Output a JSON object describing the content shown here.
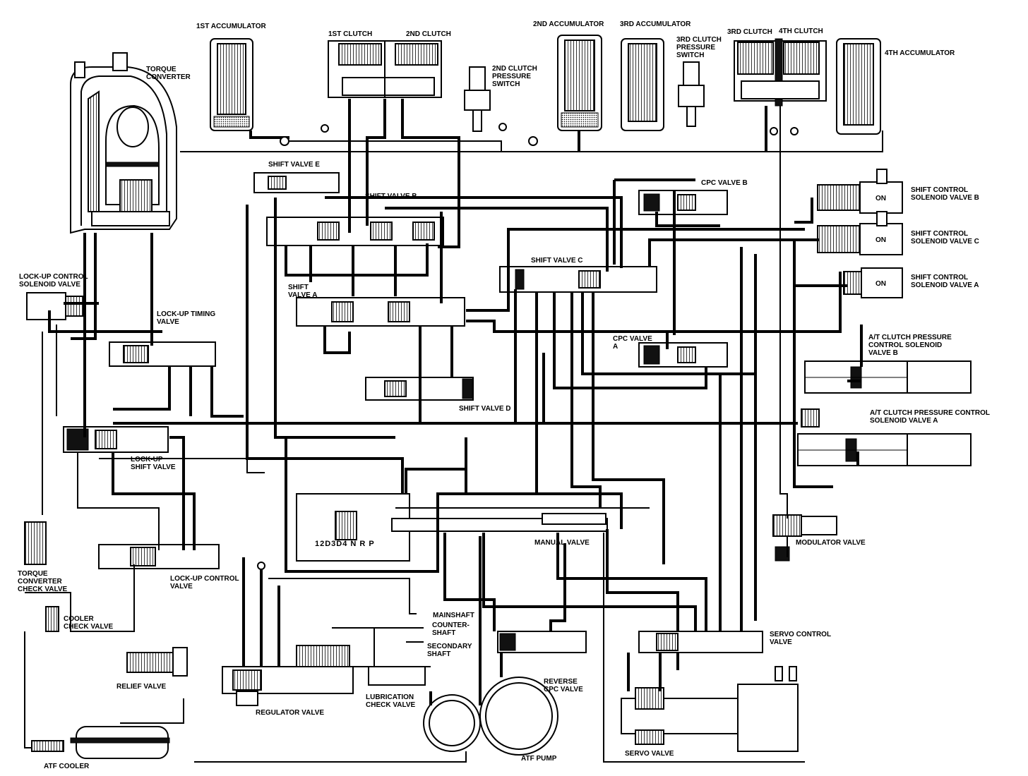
{
  "labels": {
    "first_accumulator": "1ST ACCUMULATOR",
    "first_clutch": "1ST CLUTCH",
    "second_clutch": "2ND CLUTCH",
    "second_accumulator": "2ND ACCUMULATOR",
    "third_accumulator": "3RD ACCUMULATOR",
    "third_clutch": "3RD CLUTCH",
    "fourth_clutch": "4TH CLUTCH",
    "fourth_accumulator": "4TH ACCUMULATOR",
    "torque_converter": "TORQUE\nCONVERTER",
    "second_clutch_pressure_switch": "2ND CLUTCH\nPRESSURE\nSWITCH",
    "third_clutch_pressure_switch": "3RD CLUTCH\nPRESSURE\nSWITCH",
    "shift_valve_e": "SHIFT VALVE E",
    "shift_valve_b": "SHIFT VALVE B",
    "cpc_valve_b": "CPC VALVE B",
    "shift_control_solenoid_b": "SHIFT CONTROL\nSOLENOID VALVE B",
    "shift_control_solenoid_c": "SHIFT CONTROL\nSOLENOID VALVE C",
    "shift_control_solenoid_a": "SHIFT CONTROL\nSOLENOID VALVE A",
    "lockup_control_solenoid": "LOCK-UP CONTROL\nSOLENOID VALVE",
    "shift_valve_c": "SHIFT VALVE C",
    "shift_valve_a": "SHIFT\nVALVE A",
    "lockup_timing_valve": "LOCK-UP TIMING\nVALVE",
    "cpc_valve_a": "CPC VALVE\nA",
    "at_clutch_pressure_b": "A/T CLUTCH PRESSURE\nCONTROL SOLENOID\nVALVE B",
    "shift_valve_d": "SHIFT VALVE D",
    "at_clutch_pressure_a": "A/T CLUTCH PRESSURE CONTROL\nSOLENOID VALVE A",
    "lockup_shift_valve": "LOCK-UP\nSHIFT  VALVE",
    "manual_valve": "MANUAL VALVE",
    "modulator_valve": "MODULATOR VALVE",
    "torque_converter_check_valve": "TORQUE\nCONVERTER\nCHECK VALVE",
    "lockup_control_valve": "LOCK-UP CONTROL\nVALVE",
    "cooler_check_valve": "COOLER\nCHECK VALVE",
    "mainshaft": "MAINSHAFT",
    "countershaft": "COUNTER-\nSHAFT",
    "secondary_shaft": "SECONDARY\nSHAFT",
    "servo_control_valve": "SERVO CONTROL\nVALVE",
    "relief_valve": "RELIEF VALVE",
    "reverse_cpc_valve": "REVERSE\nCPC VALVE",
    "lubrication_check_valve": "LUBRICATION\nCHECK VALVE",
    "regulator_valve": "REGULATOR VALVE",
    "servo_valve": "SERVO VALVE",
    "atf_pump": "ATF PUMP",
    "atf_cooler": "ATF COOLER"
  },
  "solenoid_state": {
    "b": "ON",
    "c": "ON",
    "a": "ON"
  },
  "manual_valve_positions": "12D3D4 N R P"
}
